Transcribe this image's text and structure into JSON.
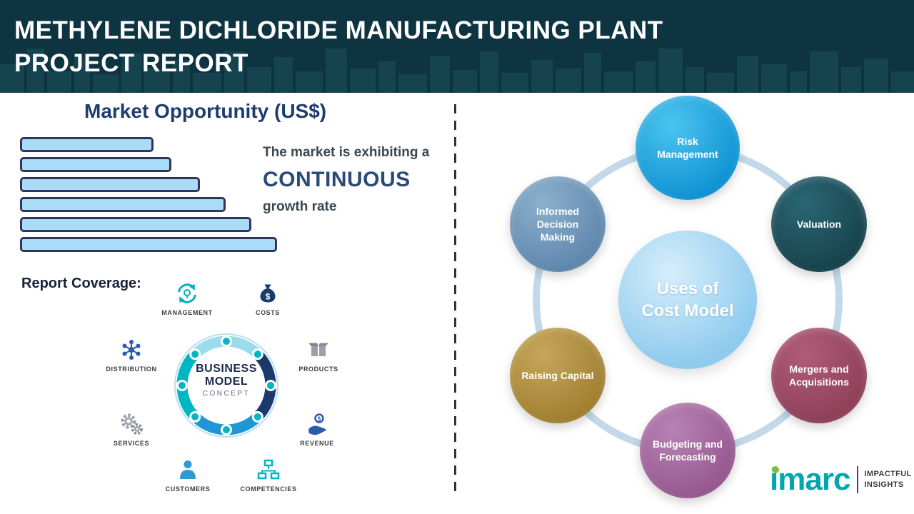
{
  "header": {
    "title": "METHYLENE DICHLORIDE MANUFACTURING PLANT PROJECT REPORT"
  },
  "market_opportunity": {
    "title": "Market Opportunity (US$)",
    "growth_line1": "The market is exhibiting a",
    "growth_highlight": "CONTINUOUS",
    "growth_line2": "growth rate",
    "report_coverage_label": "Report Coverage:"
  },
  "chart_data": {
    "type": "bar",
    "orientation": "horizontal",
    "title": "Market Opportunity (US$)",
    "categories": [
      "",
      "",
      "",
      "",
      "",
      ""
    ],
    "values": [
      52,
      59,
      70,
      80,
      90,
      100
    ],
    "unit": "relative (unlabeled decorative growth bars, increasing)",
    "bar_fill": "#aadcf7",
    "bar_border": "#33335c",
    "grid": false,
    "legend": false
  },
  "business_model": {
    "center": {
      "line1": "BUSINESS",
      "line2": "MODEL",
      "line3": "CONCEPT"
    },
    "items": [
      {
        "label": "MANAGEMENT",
        "icon": "management-cycle-icon"
      },
      {
        "label": "COSTS",
        "icon": "money-bag-icon"
      },
      {
        "label": "DISTRIBUTION",
        "icon": "network-icon"
      },
      {
        "label": "PRODUCTS",
        "icon": "box-icon"
      },
      {
        "label": "SERVICES",
        "icon": "gears-icon"
      },
      {
        "label": "REVENUE",
        "icon": "hand-coin-icon"
      },
      {
        "label": "CUSTOMERS",
        "icon": "person-icon"
      },
      {
        "label": "COMPETENCIES",
        "icon": "org-chart-icon"
      }
    ]
  },
  "cost_model": {
    "center_line1": "Uses of",
    "center_line2": "Cost Model",
    "items": [
      {
        "label": "Risk Management",
        "color": "#0f93d2",
        "color_light": "#4cc4f0"
      },
      {
        "label": "Valuation",
        "color": "#17434d",
        "color_light": "#2a6673"
      },
      {
        "label": "Mergers and Acquisitions",
        "color": "#8e4059",
        "color_light": "#b05c78"
      },
      {
        "label": "Budgeting and Forecasting",
        "color": "#96588f",
        "color_light": "#b783b4"
      },
      {
        "label": "Raising Capital",
        "color": "#a07f31",
        "color_light": "#c6a75b"
      },
      {
        "label": "Informed Decision Making",
        "color": "#5f87ad",
        "color_light": "#8cb0cc"
      }
    ]
  },
  "logo": {
    "wordmark": "imarc",
    "tagline_line1": "IMPACTFUL",
    "tagline_line2": "INSIGHTS",
    "brand_color": "#00a7ac",
    "dot_color": "#7ac143"
  }
}
